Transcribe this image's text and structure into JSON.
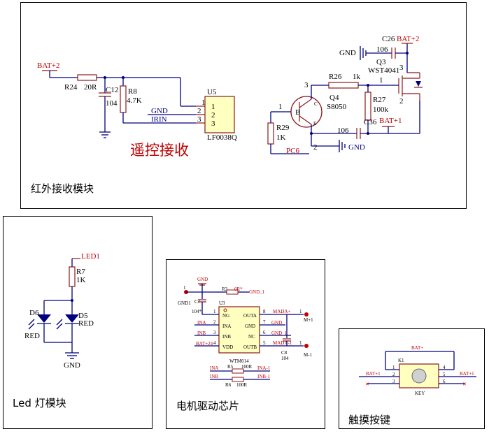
{
  "panels": {
    "ir": {
      "caption": "红外接收模块",
      "title": "遥控接收",
      "bat_left": "BAT+2",
      "r24": "R24",
      "r24_val": "20R",
      "c12": "C12",
      "c12_val": "104",
      "r8": "R8",
      "r8_val": "4.7K",
      "u5": "U5",
      "u5_part": "LF0038Q",
      "pin1": "1",
      "pin2": "2",
      "pin3": "3",
      "gnd_net": "GND",
      "irin_net": "IRIN",
      "c26": "C26",
      "c26_val": "106",
      "bat2_right": "BAT+2",
      "gnd_top": "GND",
      "q3": "Q3",
      "q3_part": "WST4041",
      "r26": "R26",
      "r26_val": "1k",
      "q4": "Q4",
      "q4_part": "S8050",
      "r27": "R27",
      "r27_val": "100k",
      "c36": "C36",
      "c36_val": "106",
      "bat1": "BAT+1",
      "r29": "R29",
      "r29_val": "1K",
      "pc6": "PC6",
      "gnd_bottom": "GND",
      "b": "B",
      "c": "C",
      "e": "E"
    },
    "led": {
      "caption": "Led 灯模块",
      "led1": "LED1",
      "r7": "R7",
      "r7_val": "1K",
      "d6": "D6",
      "d5": "D5",
      "red_left": "RED",
      "red_right": "RED",
      "gnd": "GND"
    },
    "motor": {
      "caption": "电机驱动芯片",
      "gnd_top": "GND",
      "gnd1": "GND1",
      "r3": "R3",
      "r3_val": "0R*",
      "gnd_1a": "GND_1",
      "c7": "C7",
      "c7_val": "104*",
      "u3": "U3",
      "pin_ng": "NG",
      "pin_ina": "INA",
      "pin_inb": "INB",
      "pin_vdd": "VDD",
      "pin_outa": "OUTA",
      "pin_gnd": "GND",
      "pin_nc": "NC",
      "pin_outb": "OUTB",
      "ina_net": "INA",
      "inb_net": "INB",
      "bat24": "BAT+24",
      "mada_p": "MADA+",
      "gnd_net": "GND",
      "gnd_1b": "GND_1",
      "mada_m": "MADA-1",
      "mp": "M+1",
      "mm": "M-1",
      "c8": "C8",
      "c8_val": "104",
      "part": "WTM014",
      "r5": "R5",
      "r5_val": "100R",
      "ina_left": "INA",
      "ina_right": "INA-1",
      "r6": "R6",
      "r6_val": "100R",
      "inb_left": "INB",
      "inb_right": "INB-1",
      "n1": "1",
      "n2": "2",
      "n3": "3",
      "n4": "4",
      "n5": "5",
      "n6": "6",
      "n7": "7",
      "n8": "8"
    },
    "touch": {
      "caption": "触摸按键",
      "bat_top": "BAT+",
      "k1": "K1",
      "bat_left": "BAT+1",
      "bat_right": "BAT+1",
      "key": "KEY",
      "n1": "1",
      "n2": "2",
      "n3": "3",
      "n4": "4",
      "n5": "5",
      "n6": "6"
    }
  },
  "colors": {
    "wire": "#000080",
    "net_label": "#c00000",
    "component": "#8b1a1a",
    "ic_fill": "#ffffc0"
  }
}
